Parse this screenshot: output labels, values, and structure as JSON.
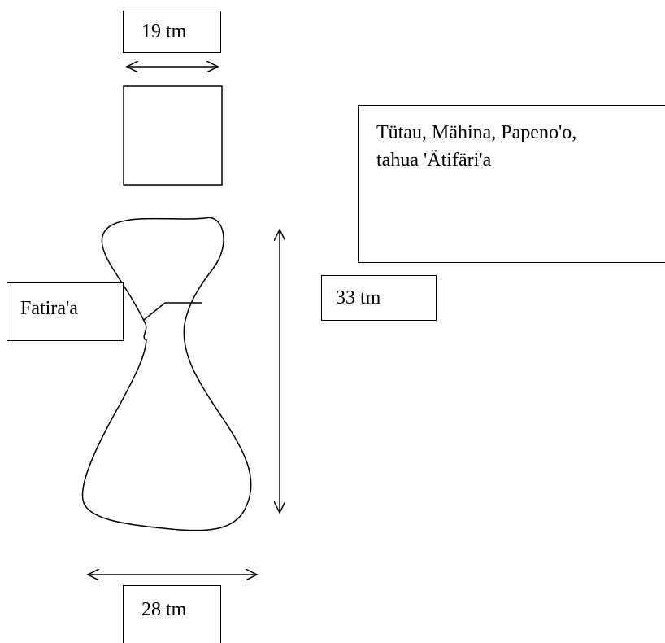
{
  "diagram": {
    "top_width_label": "19 tm",
    "bottom_width_label": "28 tm",
    "height_label": "33 tm",
    "part_label": "Fatira'a",
    "note": {
      "line1": "Tütau, Mähina, Papeno'o,",
      "line2": "tahua 'Ätifäri'a"
    }
  }
}
